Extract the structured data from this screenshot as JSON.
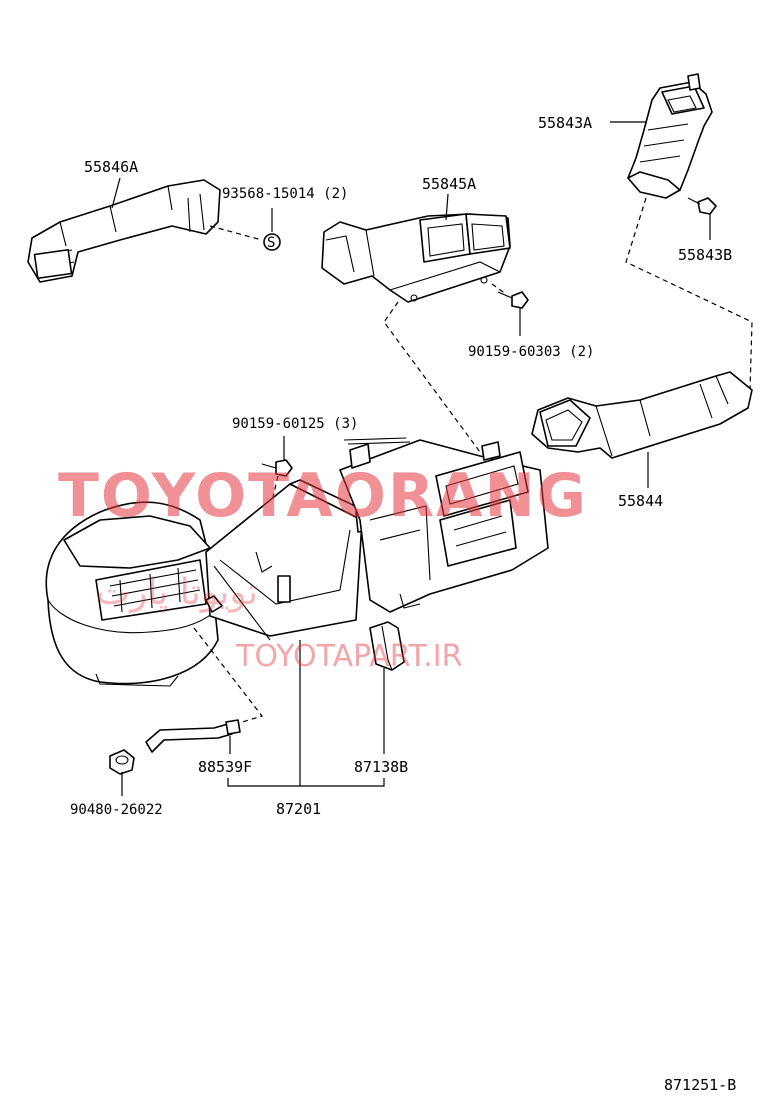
{
  "labels": {
    "p55846A": "55846A",
    "p93568": "93568-15014 (2)",
    "p55845A": "55845A",
    "p55843A": "55843A",
    "p55843B": "55843B",
    "p90159_60303": "90159-60303 (2)",
    "p90159_60125": "90159-60125 (3)",
    "p55844": "55844",
    "p88539F": "88539F",
    "p87138B": "87138B",
    "p90480": "90480-26022",
    "p87201": "87201",
    "s_mark": "S"
  },
  "watermark": {
    "main": "TOYOTAORANG",
    "persian": "تویوتا پارت",
    "url": "TOYOTAPART.IR",
    "color": "#e8393f"
  },
  "figure_id": "871251-B"
}
